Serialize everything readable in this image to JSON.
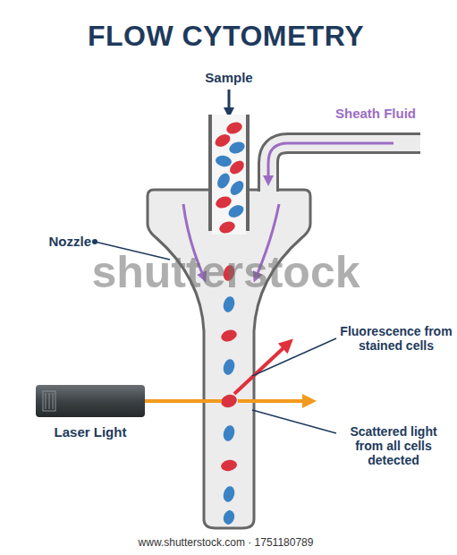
{
  "diagram": {
    "title": "FLOW CYTOMETRY",
    "labels": [
      "Sample",
      "Sheath Fluid",
      "Nozzle",
      "Fluorescence from stained cells",
      "Laser Light",
      "Scattered light from all cells detected",
      "shutterstock",
      "www.shutterstock.com · 1751180789"
    ]
  }
}
